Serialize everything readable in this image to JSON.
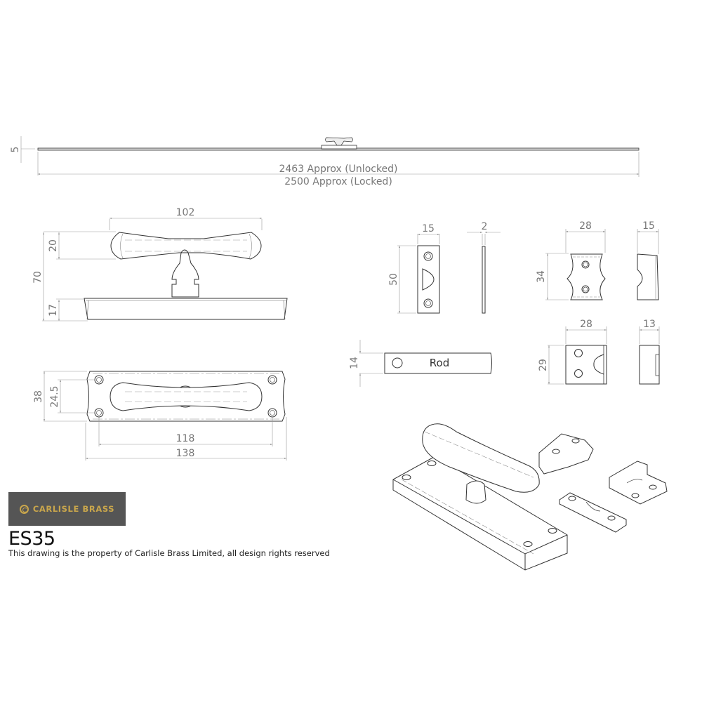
{
  "title_block": {
    "brand": "CARLISLE BRASS",
    "brand_color": "#c9a64c",
    "brand_bg": "#555555",
    "logo_icon": "carlisle-brass-c-mark-icon",
    "product_code": "ES35",
    "rights_notice": "This drawing is the property of Carlisle Brass Limited, all design rights reserved"
  },
  "rod_elevation": {
    "thickness": "5",
    "length_unlocked": "2463 Approx (Unlocked)",
    "length_locked": "2500 Approx (Locked)"
  },
  "handle_side_view": {
    "handle_width": "102",
    "handle_height": "20",
    "overall_height": "70",
    "base_height": "17"
  },
  "handle_plan_view": {
    "plate_width": "38",
    "hole_pitch_vertical": "24.5",
    "hole_pitch_horizontal": "118",
    "plate_length": "138"
  },
  "keep_plate": {
    "width": "15",
    "length": "50",
    "thickness": "2"
  },
  "rod_end": {
    "height": "14",
    "label": "Rod"
  },
  "rod_guide": {
    "width": "28",
    "height": "34",
    "depth": "15"
  },
  "angle_keep": {
    "width": "28",
    "height": "29",
    "depth": "13"
  },
  "isometric_view": {
    "parts": [
      "handle-with-backplate",
      "rod-guide",
      "keep-plate",
      "angle-keep"
    ]
  }
}
